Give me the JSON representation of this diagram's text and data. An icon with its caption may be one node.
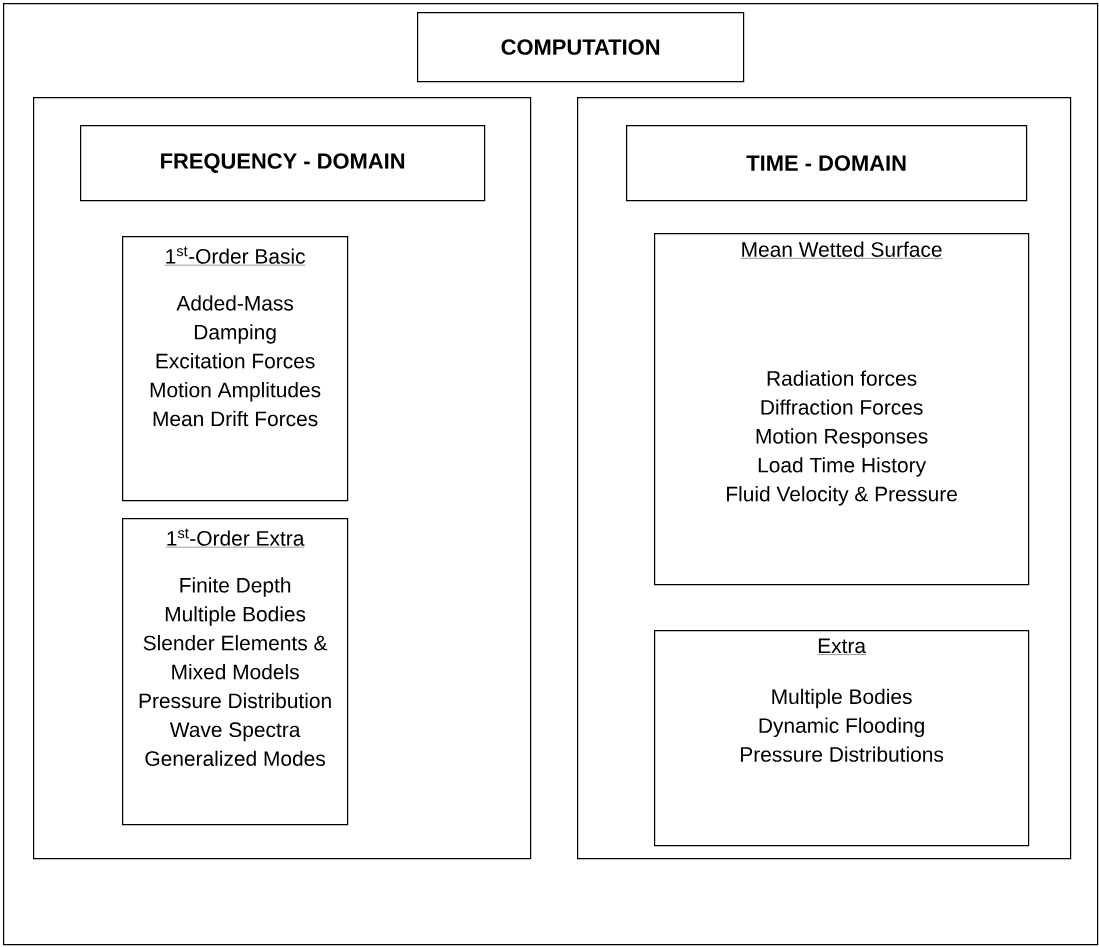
{
  "diagram": {
    "nodes": [
      {
        "text": [],
        "shape": "box"
      },
      {
        "text": [
          "COMPUTATION"
        ],
        "in": 0
      },
      {
        "text": [],
        "shape": "box",
        "in": 0
      },
      {
        "text": [
          "FREQUENCY - DOMAIN"
        ],
        "in": 2
      },
      {
        "text": [
          "1$^{st}$-Order Basic",
          "Added-Mass",
          "Damping",
          "Excitation Forces",
          "Motion Amplitudes",
          "Mean Drift Forces"
        ],
        "in": 2
      },
      {
        "text": [
          "1$^{st}$-Order Extra",
          "Finite Depth",
          "Multiple Bodies",
          "Slender Elements & Mixed Models",
          "Pressure Distribution",
          "Wave Spectra",
          "Generalized Modes"
        ],
        "in": 2
      },
      {
        "text": [],
        "shape": "box",
        "in": 0
      },
      {
        "text": [
          "TIME - DOMAIN"
        ],
        "in": 6
      },
      {
        "text": [
          "Mean Wetted Surface",
          "Radiation forces",
          "Diffraction Forces",
          "Motion Responses",
          "Load Time History",
          "Fluid Velocity & Pressure"
        ],
        "in": 6
      },
      {
        "text": [
          "Extra",
          "Multiple Bodies",
          "Dynamic Flooding",
          "Pressure Distributions"
        ],
        "in": 6
      }
    ]
  }
}
